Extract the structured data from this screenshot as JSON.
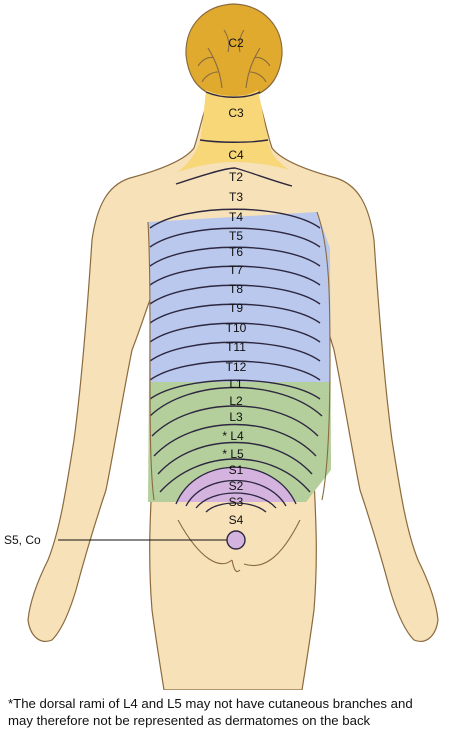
{
  "diagram": {
    "labels": {
      "c2": "C2",
      "c3": "C3",
      "c4": "C4",
      "t2": "T2",
      "t3": "T3",
      "t4": "T4",
      "t5": "T5",
      "t6": "T6",
      "t7": "T7",
      "t8": "T8",
      "t9": "T9",
      "t10": "T10",
      "t11": "T11",
      "t12": "T12",
      "l1": "L1",
      "l2": "L2",
      "l3": "L3",
      "l4": "* L4",
      "l5": "* L5",
      "s1": "S1",
      "s2": "S2",
      "s3": "S3",
      "s4": "S4",
      "s5co": "S5, Co"
    },
    "footnote": "*The dorsal rami of L4 and L5 may not have cutaneous branches and may therefore not be represented as dermatomes on the back"
  },
  "colors": {
    "skin": "#f6e1b8",
    "outline": "#8b6a3e",
    "c2": "#e0aa2f",
    "c3": "#f7d778",
    "thoracic": "#b9c8ec",
    "lumbar": "#b4cf9c",
    "sacral": "#d4b4df",
    "line": "#2d2740"
  }
}
